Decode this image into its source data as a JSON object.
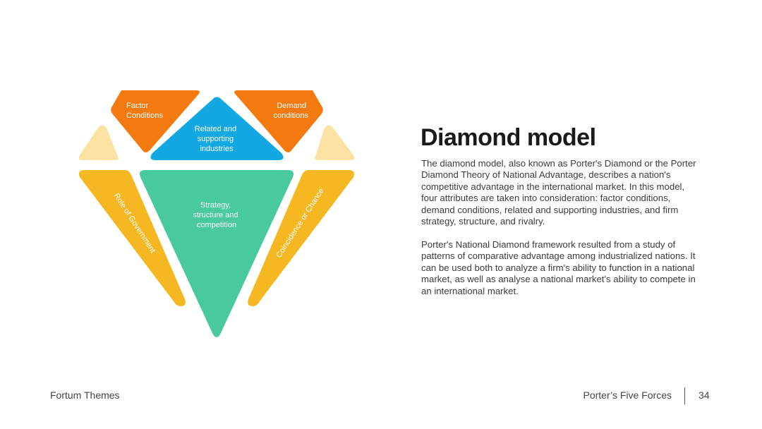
{
  "slide": {
    "title": "Diamond model",
    "paragraphs": [
      "The diamond model, also known as Porter's Diamond or the Porter Diamond Theory of National Advantage, describes a nation's competitive advantage in the international market. In this model, four attributes are taken into consideration: factor conditions, demand conditions, related and supporting industries, and firm strategy, structure, and rivalry.",
      "Porter's National Diamond framework resulted from a study of patterns of comparative advantage among industrialized nations. It can be used both to analyze a firm's ability to function in a national market, as well as analyse a national market's ability to compete in an international market."
    ]
  },
  "diagram": {
    "factor_conditions": [
      "Factor",
      "Conditions"
    ],
    "demand_conditions": [
      "Demand",
      "conditions"
    ],
    "related_industries": [
      "Related and",
      "supporting",
      "industries"
    ],
    "strategy": [
      "Strategy,",
      "structure and",
      "competition"
    ],
    "role_of_government": "Role of Government",
    "coincidence_or_chance": "Coincidence or Chance",
    "colors": {
      "orange": "#f47a0f",
      "blue": "#13a8e2",
      "green": "#48c99e",
      "yellow": "#f5b722",
      "pale": "#fde3a3"
    }
  },
  "footer": {
    "brand": "Fortum Themes",
    "section": "Porter’s Five Forces",
    "page": "34"
  }
}
